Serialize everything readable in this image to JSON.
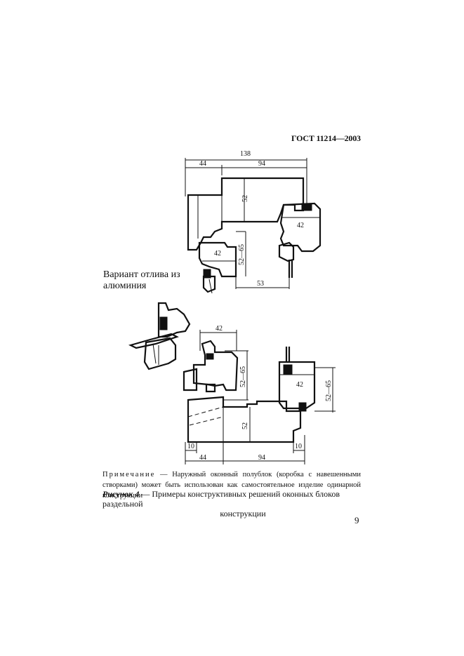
{
  "header": {
    "standard": "ГОСТ 11214—2003"
  },
  "figure_top": {
    "dim_total": "138",
    "dim_left": "44",
    "dim_right": "94",
    "dim_height_52": "52",
    "dim_sash_outer": "42",
    "dim_sash_inner": "42",
    "dim_range": "52—65",
    "dim_53": "53"
  },
  "variant_note": "Вариант отлива из алюминия",
  "figure_bottom": {
    "dim_sash_top": "42",
    "dim_range_left": "52—65",
    "dim_sash_right": "42",
    "dim_range_right": "52—65",
    "dim_height_52": "52",
    "dim_10_left": "10",
    "dim_10_right": "10",
    "dim_left": "44",
    "dim_right": "94"
  },
  "note": {
    "label": "Примечание",
    "text": " — Наружный оконный полублок (коробка с навешенными створками) может быть использован как самостоятельное изделие одинарной конструкции"
  },
  "caption": {
    "figure_label": "Рисунок 4",
    "text_line1": " — Примеры конструктивных решений оконных блоков раздельной",
    "text_line2": "конструкции"
  },
  "page_number": "9"
}
